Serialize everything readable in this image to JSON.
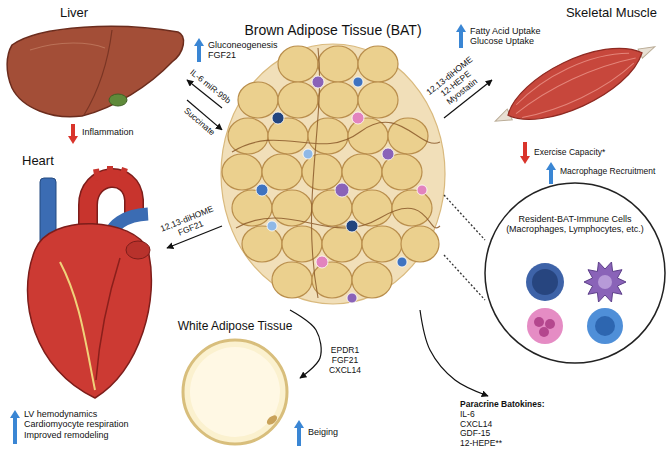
{
  "diagram": {
    "nodes": [
      {
        "text": [
          "Liver"
        ]
      },
      {
        "text": [
          "Skeletal Muscle"
        ]
      },
      {
        "text": [
          "Brown Adipose Tissue (BAT)"
        ]
      },
      {
        "text": [
          "Heart"
        ]
      },
      {
        "text": [
          "Resident-BAT-Immune Cells (Macrophages, Lymphocytes, etc.)"
        ]
      },
      {
        "text": [
          "White Adipose Tissue"
        ]
      },
      {
        "text": [
          "Paracrine Batokines:",
          "IL-6 CXCL14 GDF-15 12-HEPE**"
        ]
      }
    ],
    "edges": [
      {
        "from": 2,
        "to": 0,
        "label": "IL-6 miR-99b",
        "arrow": "to"
      },
      {
        "from": 0,
        "to": 2,
        "label": "Succinate",
        "arrow": "to"
      },
      {
        "from": 2,
        "to": 1,
        "label": "12,13-diHOME 12-HEPE Myostatin",
        "arrow": "to"
      },
      {
        "from": 2,
        "to": 3,
        "label": "12,13-diHOME FGF21",
        "arrow": "to"
      },
      {
        "from": 2,
        "to": 5,
        "label": "EPDR1 FGF21 CXCL14",
        "arrow": "to"
      },
      {
        "from": 2,
        "to": 4,
        "arrow": "none"
      },
      {
        "from": 2,
        "to": 6,
        "arrow": "to"
      }
    ],
    "labels": [
      "Gluconeogenesis FGF21",
      "Inflammation",
      "Fatty Acid Uptake Glucose Uptake",
      "Exercise Capacity*",
      "Macrophage Recruitment",
      "LV hemodynamics Cardiomyocyte respiration Improved remodeling",
      "Beiging"
    ]
  }
}
